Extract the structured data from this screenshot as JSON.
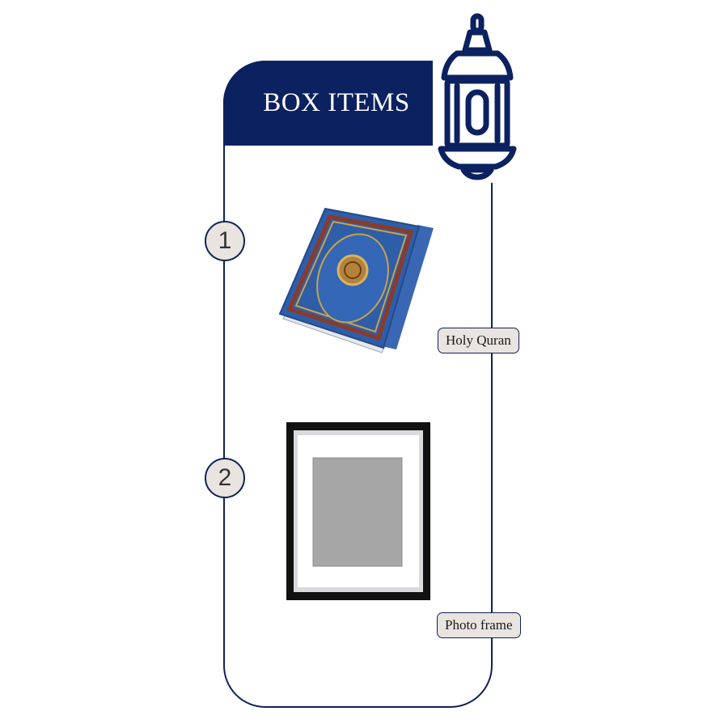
{
  "header": {
    "title": "BOX ITEMS"
  },
  "items": [
    {
      "number": "1",
      "label": "Holy Quran"
    },
    {
      "number": "2",
      "label": "Photo frame"
    }
  ],
  "colors": {
    "navy": "#0b2160",
    "badge": "#e9e4df",
    "book_blue": "#2f5ea8"
  },
  "icons": {
    "decoration": "lantern-icon"
  }
}
